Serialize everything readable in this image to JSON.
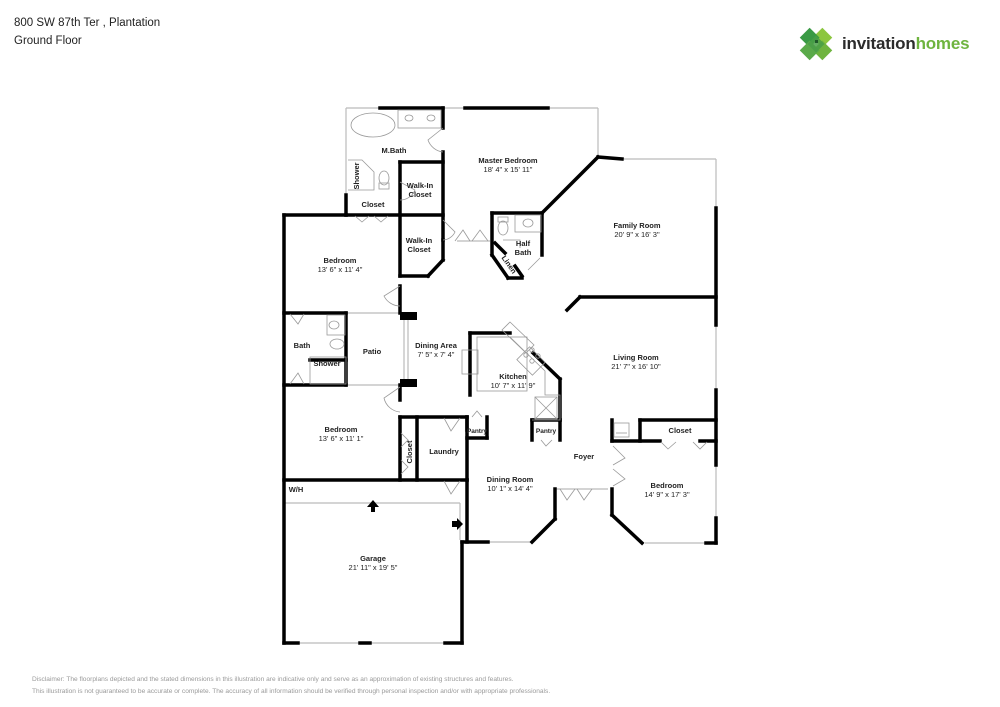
{
  "header": {
    "address": "800 SW 87th Ter , Plantation",
    "floor": "Ground Floor"
  },
  "logo": {
    "brand_part1": "invitation",
    "brand_part2": "homes",
    "icon": "clover-squares-icon",
    "colors": {
      "dark": "#2b2b2b",
      "green": "#6fb43f",
      "green_dark": "#3a9a45"
    }
  },
  "rooms": [
    {
      "id": "master-bath",
      "name": "M.Bath",
      "dims": ""
    },
    {
      "id": "master-bedroom",
      "name": "Master Bedroom",
      "dims": "18' 4\" x 15' 11\""
    },
    {
      "id": "walk-in-closet-1",
      "name": "Walk-In",
      "name2": "Closet",
      "dims": ""
    },
    {
      "id": "walk-in-closet-2",
      "name": "Walk-In",
      "name2": "Closet",
      "dims": ""
    },
    {
      "id": "master-shower",
      "name": "Shower",
      "dims": ""
    },
    {
      "id": "closet-1",
      "name": "Closet",
      "dims": ""
    },
    {
      "id": "half-bath",
      "name": "Half",
      "name2": "Bath",
      "dims": ""
    },
    {
      "id": "linen",
      "name": "Linen",
      "dims": ""
    },
    {
      "id": "family-room",
      "name": "Family Room",
      "dims": "20' 9\" x 16' 3\""
    },
    {
      "id": "bedroom-1",
      "name": "Bedroom",
      "dims": "13' 6\" x 11' 4\""
    },
    {
      "id": "bath",
      "name": "Bath",
      "dims": ""
    },
    {
      "id": "shower",
      "name": "Shower",
      "dims": ""
    },
    {
      "id": "patio",
      "name": "Patio",
      "dims": ""
    },
    {
      "id": "dining-area",
      "name": "Dining Area",
      "dims": "7' 5\" x 7' 4\""
    },
    {
      "id": "kitchen",
      "name": "Kitchen",
      "dims": "10' 7\" x 11' 9\""
    },
    {
      "id": "living-room",
      "name": "Living Room",
      "dims": "21' 7\" x 16' 10\""
    },
    {
      "id": "bedroom-2",
      "name": "Bedroom",
      "dims": "13' 6\" x 11' 1\""
    },
    {
      "id": "closet-2",
      "name": "Closet",
      "dims": ""
    },
    {
      "id": "laundry",
      "name": "Laundry",
      "dims": ""
    },
    {
      "id": "pantry-1",
      "name": "Pantry",
      "dims": ""
    },
    {
      "id": "pantry-2",
      "name": "Pantry",
      "dims": ""
    },
    {
      "id": "foyer",
      "name": "Foyer",
      "dims": ""
    },
    {
      "id": "closet-3",
      "name": "Closet",
      "dims": ""
    },
    {
      "id": "dining-room",
      "name": "Dining Room",
      "dims": "10' 1\" x 14' 4\""
    },
    {
      "id": "bedroom-3",
      "name": "Bedroom",
      "dims": "14' 9\" x 17' 3\""
    },
    {
      "id": "wh",
      "name": "W/H",
      "dims": ""
    },
    {
      "id": "garage",
      "name": "Garage",
      "dims": "21' 11\" x 19' 5\""
    }
  ],
  "disclaimer": {
    "line1": "Disclaimer: The floorplans depicted and the stated dimensions in this illustration are indicative only and serve as an approximation of existing structures and features.",
    "line2": "This illustration is not guaranteed to be accurate or complete. The accuracy of all information should be verified through personal inspection and/or with appropriate professionals."
  }
}
